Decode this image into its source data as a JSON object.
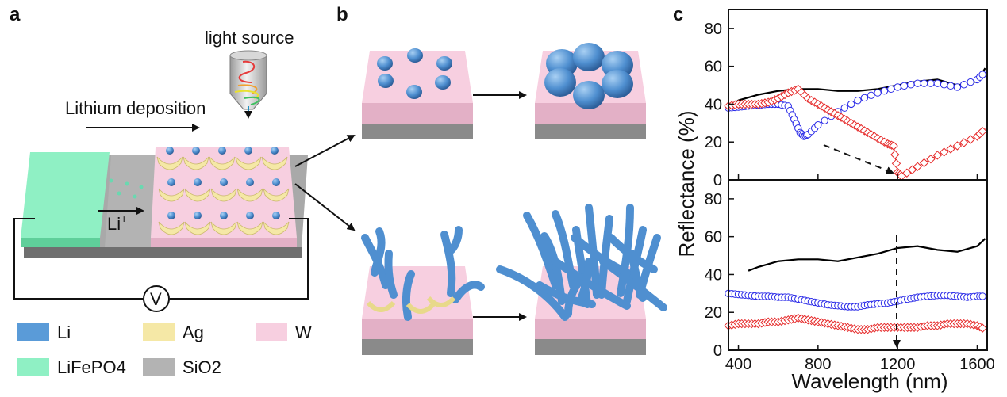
{
  "panels": {
    "a": "a",
    "b": "b",
    "c": "c"
  },
  "panel_a": {
    "light_source_label": "light source",
    "deposition_label": "Lithium deposition",
    "li_ion_label": "Li",
    "li_ion_sup": "+",
    "voltmeter_label": "V"
  },
  "legend": [
    {
      "label": "Li",
      "color": "#5a9bd8"
    },
    {
      "label": "Ag",
      "color": "#f5e8a6"
    },
    {
      "label": "W",
      "color": "#f7cfe0"
    },
    {
      "label": "LiFePO4",
      "color": "#8ff0c4"
    },
    {
      "label": "SiO2",
      "color": "#b3b3b3"
    }
  ],
  "colors": {
    "black": "#000000",
    "blue": "#2a2ae8",
    "red": "#e62a2a"
  },
  "chart_data": [
    {
      "type": "line",
      "xlim": [
        350,
        1650
      ],
      "ylim": [
        0,
        90
      ],
      "y_ticks": [
        "0",
        "20",
        "40",
        "60",
        "80"
      ],
      "series": [
        {
          "color": "black",
          "marker": "none",
          "x": [
            350,
            400,
            500,
            600,
            700,
            800,
            900,
            1000,
            1100,
            1200,
            1300,
            1400,
            1500,
            1600,
            1640
          ],
          "y": [
            38,
            42,
            45,
            47,
            48,
            48,
            47,
            47,
            48,
            50,
            52,
            53,
            50,
            52,
            59
          ]
        },
        {
          "color": "blue",
          "marker": "circle",
          "x": [
            350,
            400,
            450,
            500,
            550,
            600,
            650,
            680,
            710,
            730,
            750,
            800,
            900,
            1000,
            1100,
            1200,
            1300,
            1400,
            1500,
            1600,
            1640
          ],
          "y": [
            38,
            38.5,
            39,
            39.5,
            40,
            40,
            39,
            32,
            25,
            23,
            24,
            29,
            36,
            42,
            46,
            49,
            51,
            51,
            49,
            53,
            57
          ]
        },
        {
          "color": "red",
          "marker": "diamond",
          "x": [
            350,
            400,
            450,
            500,
            550,
            600,
            650,
            700,
            750,
            800,
            850,
            900,
            950,
            1000,
            1050,
            1100,
            1150,
            1180,
            1200,
            1220,
            1300,
            1400,
            1500,
            1600,
            1640
          ],
          "y": [
            39,
            40,
            40,
            40,
            41,
            43,
            46,
            48,
            43,
            40,
            37,
            34,
            31,
            28,
            25,
            22,
            19,
            18,
            4,
            2,
            7,
            13,
            18,
            23,
            27
          ]
        }
      ]
    },
    {
      "type": "line",
      "xlim": [
        350,
        1650
      ],
      "ylim": [
        0,
        90
      ],
      "y_ticks": [
        "0",
        "20",
        "40",
        "60",
        "80"
      ],
      "ylabel": "Reflectance (%)",
      "xlabel": "Wavelength (nm)",
      "x_ticks": [
        "400",
        "800",
        "1200",
        "1600"
      ],
      "series": [
        {
          "color": "black",
          "marker": "none",
          "x": [
            450,
            500,
            600,
            700,
            800,
            900,
            1000,
            1100,
            1200,
            1300,
            1400,
            1500,
            1600,
            1640
          ],
          "y": [
            42,
            44,
            47,
            48,
            48,
            47,
            49,
            51,
            54,
            55,
            53,
            52,
            55,
            59
          ]
        },
        {
          "color": "blue",
          "marker": "circle",
          "x": [
            350,
            400,
            450,
            500,
            550,
            600,
            650,
            700,
            750,
            800,
            850,
            900,
            950,
            1000,
            1050,
            1100,
            1150,
            1200,
            1250,
            1300,
            1350,
            1400,
            1450,
            1500,
            1550,
            1600,
            1640
          ],
          "y": [
            30,
            29.5,
            29,
            28.5,
            28.5,
            28,
            28,
            27,
            26,
            25,
            24,
            23.5,
            23,
            23,
            24,
            24.5,
            25,
            26,
            27,
            28,
            28.5,
            29,
            29,
            28.5,
            28,
            28.5,
            28.5
          ]
        },
        {
          "color": "red",
          "marker": "diamond",
          "x": [
            350,
            400,
            450,
            500,
            550,
            600,
            650,
            700,
            750,
            800,
            850,
            900,
            950,
            1000,
            1050,
            1100,
            1150,
            1200,
            1250,
            1300,
            1350,
            1400,
            1450,
            1500,
            1550,
            1600,
            1640
          ],
          "y": [
            13,
            14,
            14,
            14,
            15,
            15,
            16,
            17,
            16,
            15,
            14,
            13,
            12,
            11,
            11,
            12,
            12,
            12,
            12,
            12,
            13,
            13,
            14,
            14,
            14,
            13,
            11
          ]
        }
      ]
    }
  ]
}
